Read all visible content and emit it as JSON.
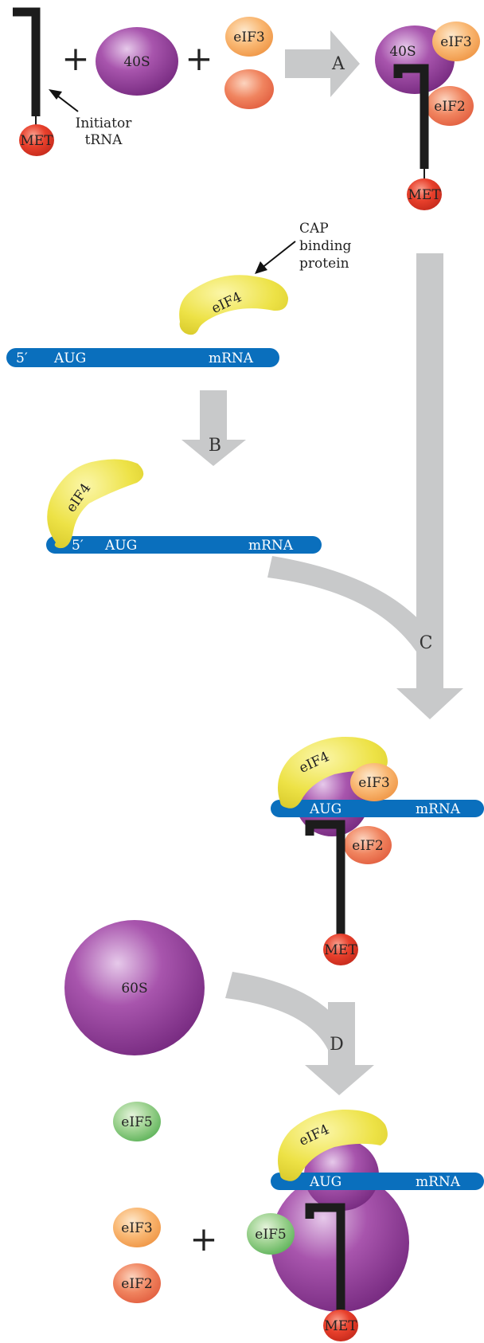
{
  "diagram": {
    "met": "MET",
    "initiator_trna_line1": "Initiator",
    "initiator_trna_line2": "tRNA",
    "ribosome_40s": "40S",
    "ribosome_60s": "60S",
    "eif2": "eIF2",
    "eif3": "eIF3",
    "eif4": "eIF4",
    "eif5": "eIF5",
    "aug": "AUG",
    "mrna": "mRNA",
    "five_prime": "5′",
    "cap_line1": "CAP",
    "cap_line2": "binding",
    "cap_line3": "protein",
    "plus": "+",
    "step_a": "A",
    "step_b": "B",
    "step_c": "C",
    "step_d": "D"
  },
  "colors": {
    "purple": "#8e3e95",
    "yellow": "#eee246",
    "orange": "#f6a862",
    "red_orange": "#ec6f50",
    "red": "#e23a2a",
    "green": "#79c375",
    "mrna_blue": "#0a6fbd",
    "arrow_gray": "#c8c9ca",
    "trna_black": "#1c1c1c"
  }
}
